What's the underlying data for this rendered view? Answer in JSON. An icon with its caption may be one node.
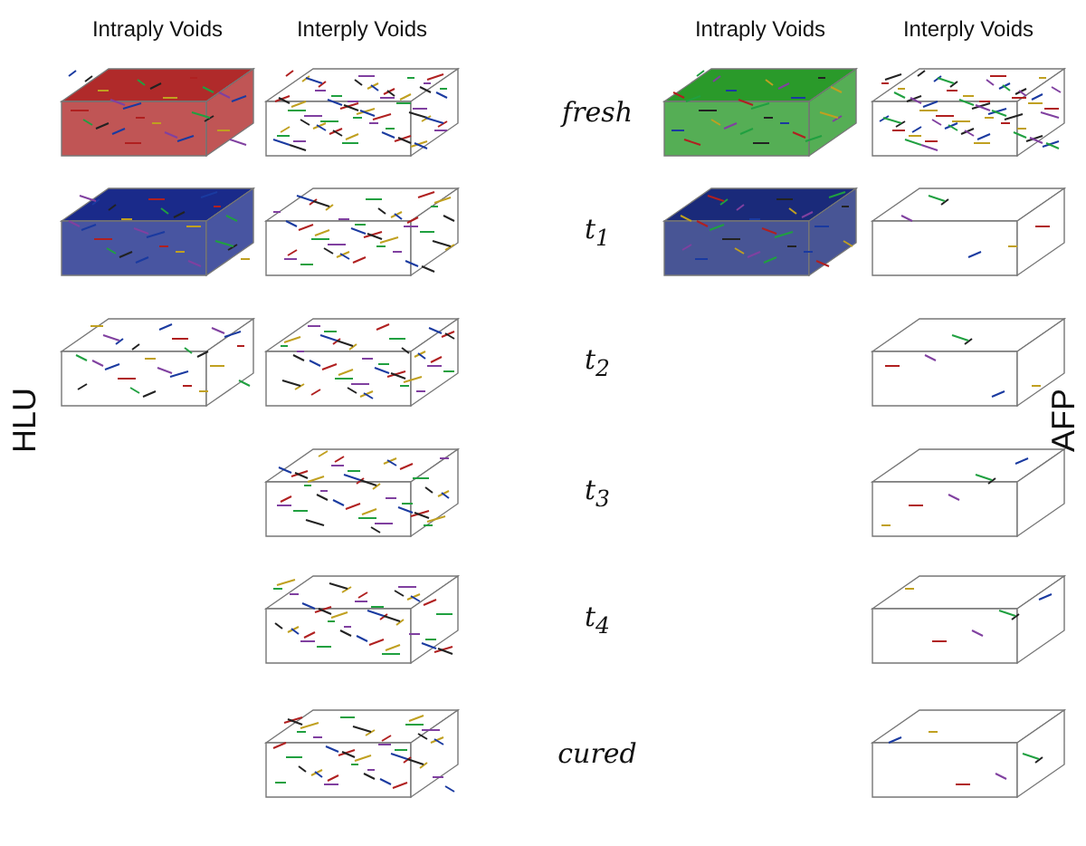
{
  "diagram": {
    "labels": [
      "Intraply Voids",
      "Interply Voids",
      "Intraply Voids",
      "Interply Voids",
      "fresh",
      "t$_{1}$",
      "HLU",
      "t$_{2}$",
      "AFP",
      "t$_{3}$",
      "t$_{4}$",
      "cured"
    ]
  }
}
